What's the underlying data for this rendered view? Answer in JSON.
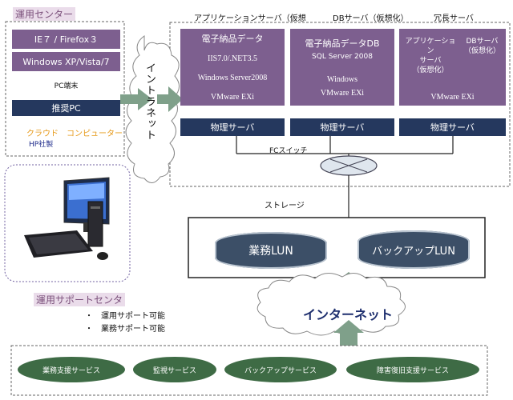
{
  "left_panel": {
    "title": "運用センター",
    "items": [
      {
        "label": "IE７ / Firefox３",
        "style": "purple"
      },
      {
        "label": "Windows XP/Vista/7",
        "style": "purple"
      },
      {
        "label": "PC端末",
        "style": "plain"
      },
      {
        "label": "推奨PC",
        "style": "navy"
      }
    ],
    "cloud_label": "クラウド　コンピューター",
    "maker_label": "HP社製"
  },
  "intranet_label": "イントラネット",
  "server_headers": {
    "app": "アプリケーションサーバ（仮想",
    "db": "DBサーバ（仮想化）",
    "redundant": "冗長サーバ"
  },
  "server_app": {
    "title": "電子納品データ",
    "lines": [
      "IIS7.0/.NET3.5",
      "Windows Server2008",
      "VMware EXi"
    ]
  },
  "server_db": {
    "title": "電子納品データDB",
    "lines": [
      "SQL Server 2008",
      "Windows",
      "VMware EXi"
    ]
  },
  "server_redundant": {
    "left": "アプリケーション\nサーバ\n（仮想化）",
    "right": "DBサーバ\n（仮想化）",
    "bottom": "VMware EXi"
  },
  "physical_server_label": "物理サーバ",
  "fc_switch_label": "FCスイッチ",
  "storage_label": "ストレージ",
  "storage_items": [
    "業務LUN",
    "バックアップLUN"
  ],
  "internet_label": "インターネット",
  "support": {
    "title": "運用サポートセンタ",
    "bullets": [
      "運用サポート可能",
      "業務サポート可能"
    ]
  },
  "services": [
    "業務支援サービス",
    "監視サービス",
    "バックアップサービス",
    "障害復旧支援サービス"
  ],
  "colors": {
    "purple": "#7d5f8f",
    "navy": "#25385e",
    "lavender": "#dbd4e4",
    "storage": "#3c4f67",
    "arrow": "#7fa08a"
  }
}
